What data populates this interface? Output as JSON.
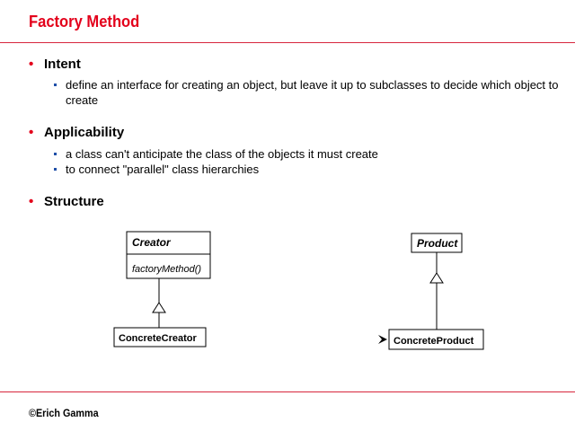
{
  "header": {
    "title": "Factory Method"
  },
  "sections": [
    {
      "heading": "Intent",
      "items": [
        "define an interface for creating an object, but leave it up to subclasses to decide which object to create"
      ]
    },
    {
      "heading": "Applicability",
      "items": [
        "a class can't anticipate the class of the objects it must create",
        "to connect \"parallel\" class hierarchies"
      ]
    },
    {
      "heading": "Structure",
      "items": []
    }
  ],
  "diagram": {
    "creator": {
      "name": "Creator",
      "operation": "factoryMethod()"
    },
    "concrete_creator": {
      "name": "ConcreteCreator"
    },
    "product": {
      "name": "Product"
    },
    "concrete_product": {
      "name": "ConcreteProduct"
    }
  },
  "footer": {
    "copyright": "©Erich Gamma"
  },
  "colors": {
    "accent": "#e3001b",
    "sub_bullet": "#1f4fa8"
  }
}
